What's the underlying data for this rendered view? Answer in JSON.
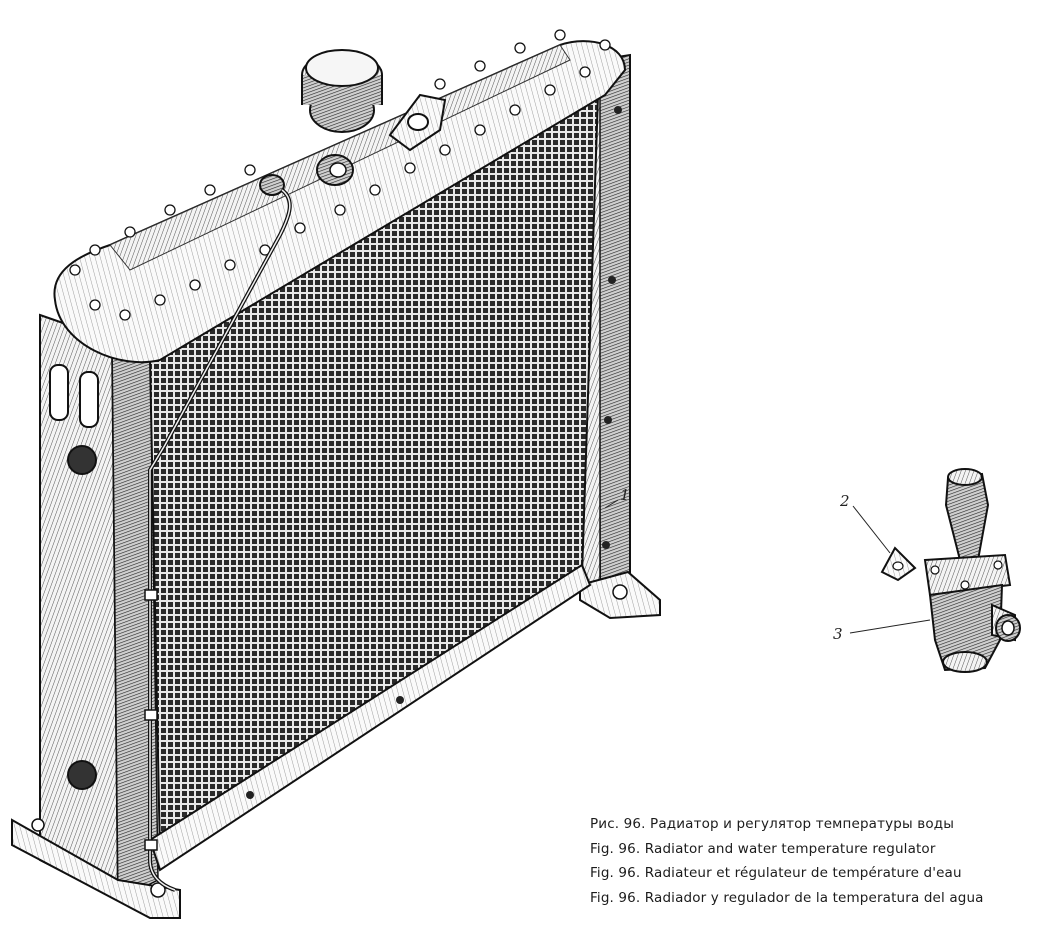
{
  "figure": {
    "callouts": [
      {
        "id": "1",
        "label": "1"
      },
      {
        "id": "2",
        "label": "2"
      },
      {
        "id": "3",
        "label": "3"
      }
    ]
  },
  "caption": {
    "ru": "Рис. 96. Радиатор и регулятор температуры воды",
    "en": "Fig. 96. Radiator and water temperature regulator",
    "fr": "Fig. 96. Radiateur et régulateur de température d'eau",
    "es": "Fig. 96. Radiador y regulador de la temperatura del agua"
  }
}
